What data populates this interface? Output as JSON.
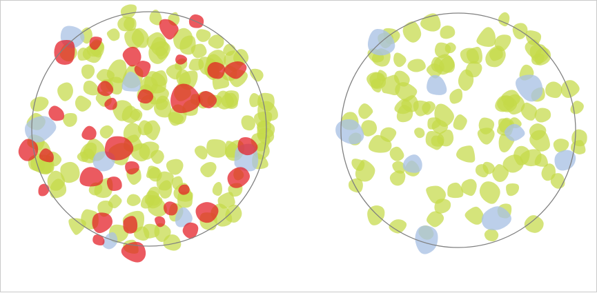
{
  "colors": {
    "background": "#ffffff",
    "frame": "#c9c9c9",
    "circle": "#808080",
    "green_particle": "#c5d948",
    "blue_particle": "#a9c2e4",
    "red_particle": "#e31b23"
  },
  "panels": [
    {
      "name": "left-sample",
      "particle_types": [
        "green-particle",
        "blue-particle",
        "red-particle"
      ]
    },
    {
      "name": "right-sample",
      "particle_types": [
        "green-particle",
        "blue-particle"
      ]
    }
  ]
}
